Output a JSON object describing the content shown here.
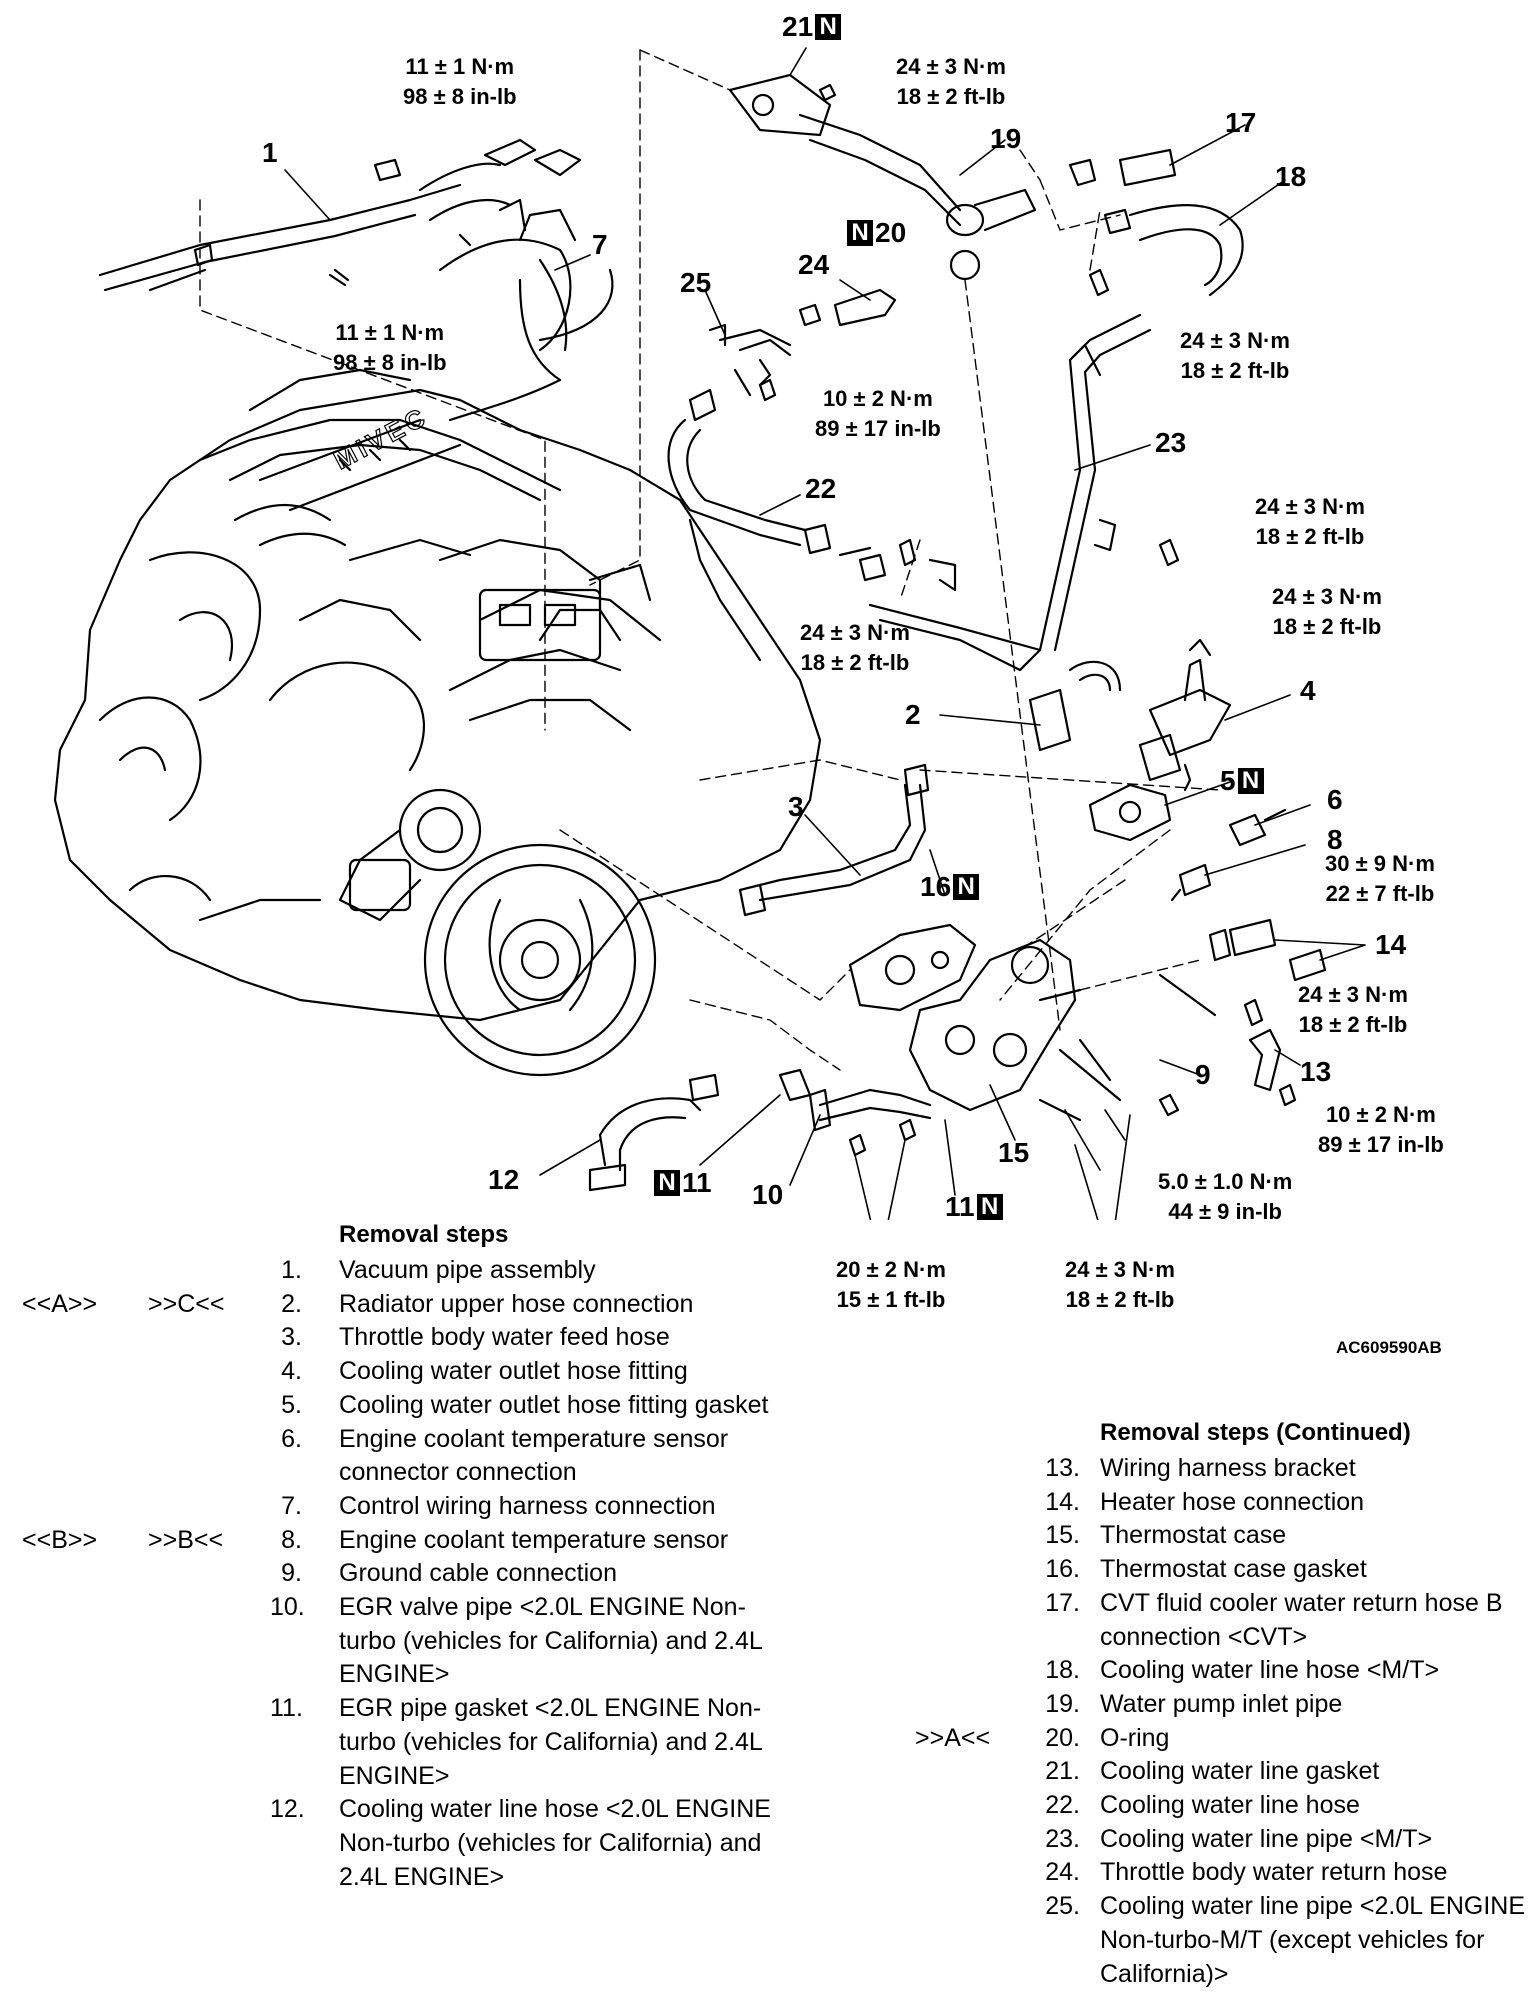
{
  "callouts": {
    "c1": "1",
    "c2": "2",
    "c3": "3",
    "c4": "4",
    "c5": "5",
    "c6": "6",
    "c7": "7",
    "c8": "8",
    "c9": "9",
    "c10": "10",
    "c11a": "11",
    "c11b": "11",
    "c12": "12",
    "c13": "13",
    "c14": "14",
    "c15": "15",
    "c16": "16",
    "c17": "17",
    "c18": "18",
    "c19": "19",
    "c20": "20",
    "c21": "21",
    "c22": "22",
    "c23": "23",
    "c24": "24",
    "c25": "25",
    "new_mark": "N"
  },
  "torques": [
    {
      "nm": "11 ± 1 N·m",
      "imp": "98 ± 8 in-lb"
    },
    {
      "nm": "11 ± 1 N·m",
      "imp": "98 ± 8 in-lb"
    },
    {
      "nm": "24 ± 3 N·m",
      "imp": "18 ± 2 ft-lb"
    },
    {
      "nm": "10 ± 2 N·m",
      "imp": "89 ± 17 in-lb"
    },
    {
      "nm": "24 ± 3 N·m",
      "imp": "18 ± 2 ft-lb"
    },
    {
      "nm": "24 ± 3 N·m",
      "imp": "18 ± 2 ft-lb"
    },
    {
      "nm": "24 ± 3 N·m",
      "imp": "18 ± 2 ft-lb"
    },
    {
      "nm": "24 ± 3 N·m",
      "imp": "18 ± 2 ft-lb"
    },
    {
      "nm": "30 ± 9 N·m",
      "imp": "22 ± 7 ft-lb"
    },
    {
      "nm": "24 ± 3 N·m",
      "imp": "18 ± 2 ft-lb"
    },
    {
      "nm": "10 ± 2 N·m",
      "imp": "89 ± 17 in-lb"
    },
    {
      "nm": "5.0 ± 1.0 N·m",
      "imp": "44 ± 9 in-lb"
    },
    {
      "nm": "20 ± 2 N·m",
      "imp": "15 ± 1 ft-lb"
    },
    {
      "nm": "24 ± 3 N·m",
      "imp": "18 ± 2 ft-lb"
    }
  ],
  "figure_code": "AC609590AB",
  "engine_logo": "MIVEC",
  "removal_left": {
    "heading": "Removal steps",
    "steps": [
      {
        "num": "1.",
        "text": "Vacuum pipe assembly"
      },
      {
        "num": "2.",
        "text": "Radiator upper hose connection",
        "mark1": "<<A>>",
        "mark2": ">>C<<"
      },
      {
        "num": "3.",
        "text": "Throttle body water feed hose"
      },
      {
        "num": "4.",
        "text": "Cooling water outlet hose fitting"
      },
      {
        "num": "5.",
        "text": "Cooling water outlet hose fitting gasket"
      },
      {
        "num": "6.",
        "text": "Engine coolant temperature sensor connector connection"
      },
      {
        "num": "7.",
        "text": "Control wiring harness connection"
      },
      {
        "num": "8.",
        "text": "Engine coolant temperature sensor",
        "mark1": "<<B>>",
        "mark2": ">>B<<"
      },
      {
        "num": "9.",
        "text": "Ground cable connection"
      },
      {
        "num": "10.",
        "text": "EGR valve pipe <2.0L ENGINE Non-turbo (vehicles for California) and 2.4L ENGINE>"
      },
      {
        "num": "11.",
        "text": "EGR pipe gasket <2.0L ENGINE Non-turbo (vehicles for California) and 2.4L ENGINE>"
      },
      {
        "num": "12.",
        "text": "Cooling water line hose <2.0L ENGINE Non-turbo (vehicles for California) and 2.4L ENGINE>"
      }
    ]
  },
  "removal_right": {
    "heading": "Removal steps (Continued)",
    "steps": [
      {
        "num": "13.",
        "text": "Wiring harness bracket"
      },
      {
        "num": "14.",
        "text": "Heater hose connection"
      },
      {
        "num": "15.",
        "text": "Thermostat case"
      },
      {
        "num": "16.",
        "text": "Thermostat case gasket"
      },
      {
        "num": "17.",
        "text": "CVT fluid cooler water return hose B connection <CVT>"
      },
      {
        "num": "18.",
        "text": "Cooling water line hose <M/T>"
      },
      {
        "num": "19.",
        "text": "Water pump inlet pipe"
      },
      {
        "num": "20.",
        "text": "O-ring",
        "mark2": ">>A<<"
      },
      {
        "num": "21.",
        "text": "Cooling water line gasket"
      },
      {
        "num": "22.",
        "text": "Cooling water line hose"
      },
      {
        "num": "23.",
        "text": "Cooling water line pipe <M/T>"
      },
      {
        "num": "24.",
        "text": "Throttle body water return hose"
      },
      {
        "num": "25.",
        "text": "Cooling water line pipe <2.0L ENGINE Non-turbo-M/T (except vehicles for California)>"
      }
    ]
  }
}
